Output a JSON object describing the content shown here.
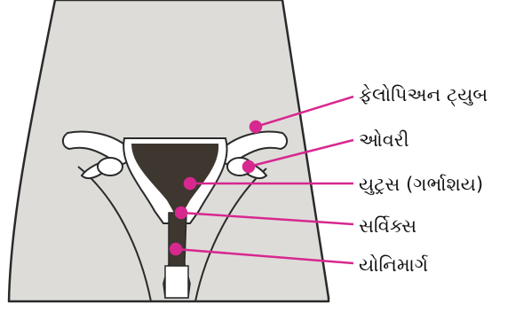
{
  "labels": {
    "fallopian_tube": "ફેલોપિઅન ટ્યુબ",
    "ovary": "ઓવરી",
    "uterus": "યુટ્રસ (ગર્ભાશય)",
    "cervix": "સર્વિક્સ",
    "vagina": "યોનિમાર્ગ"
  },
  "colors": {
    "body_fill": "#dedcd9",
    "outline": "#2a2a2a",
    "organ_fill": "#ffffff",
    "uterus_cavity": "#3e372f",
    "pointer": "#d7288f"
  }
}
